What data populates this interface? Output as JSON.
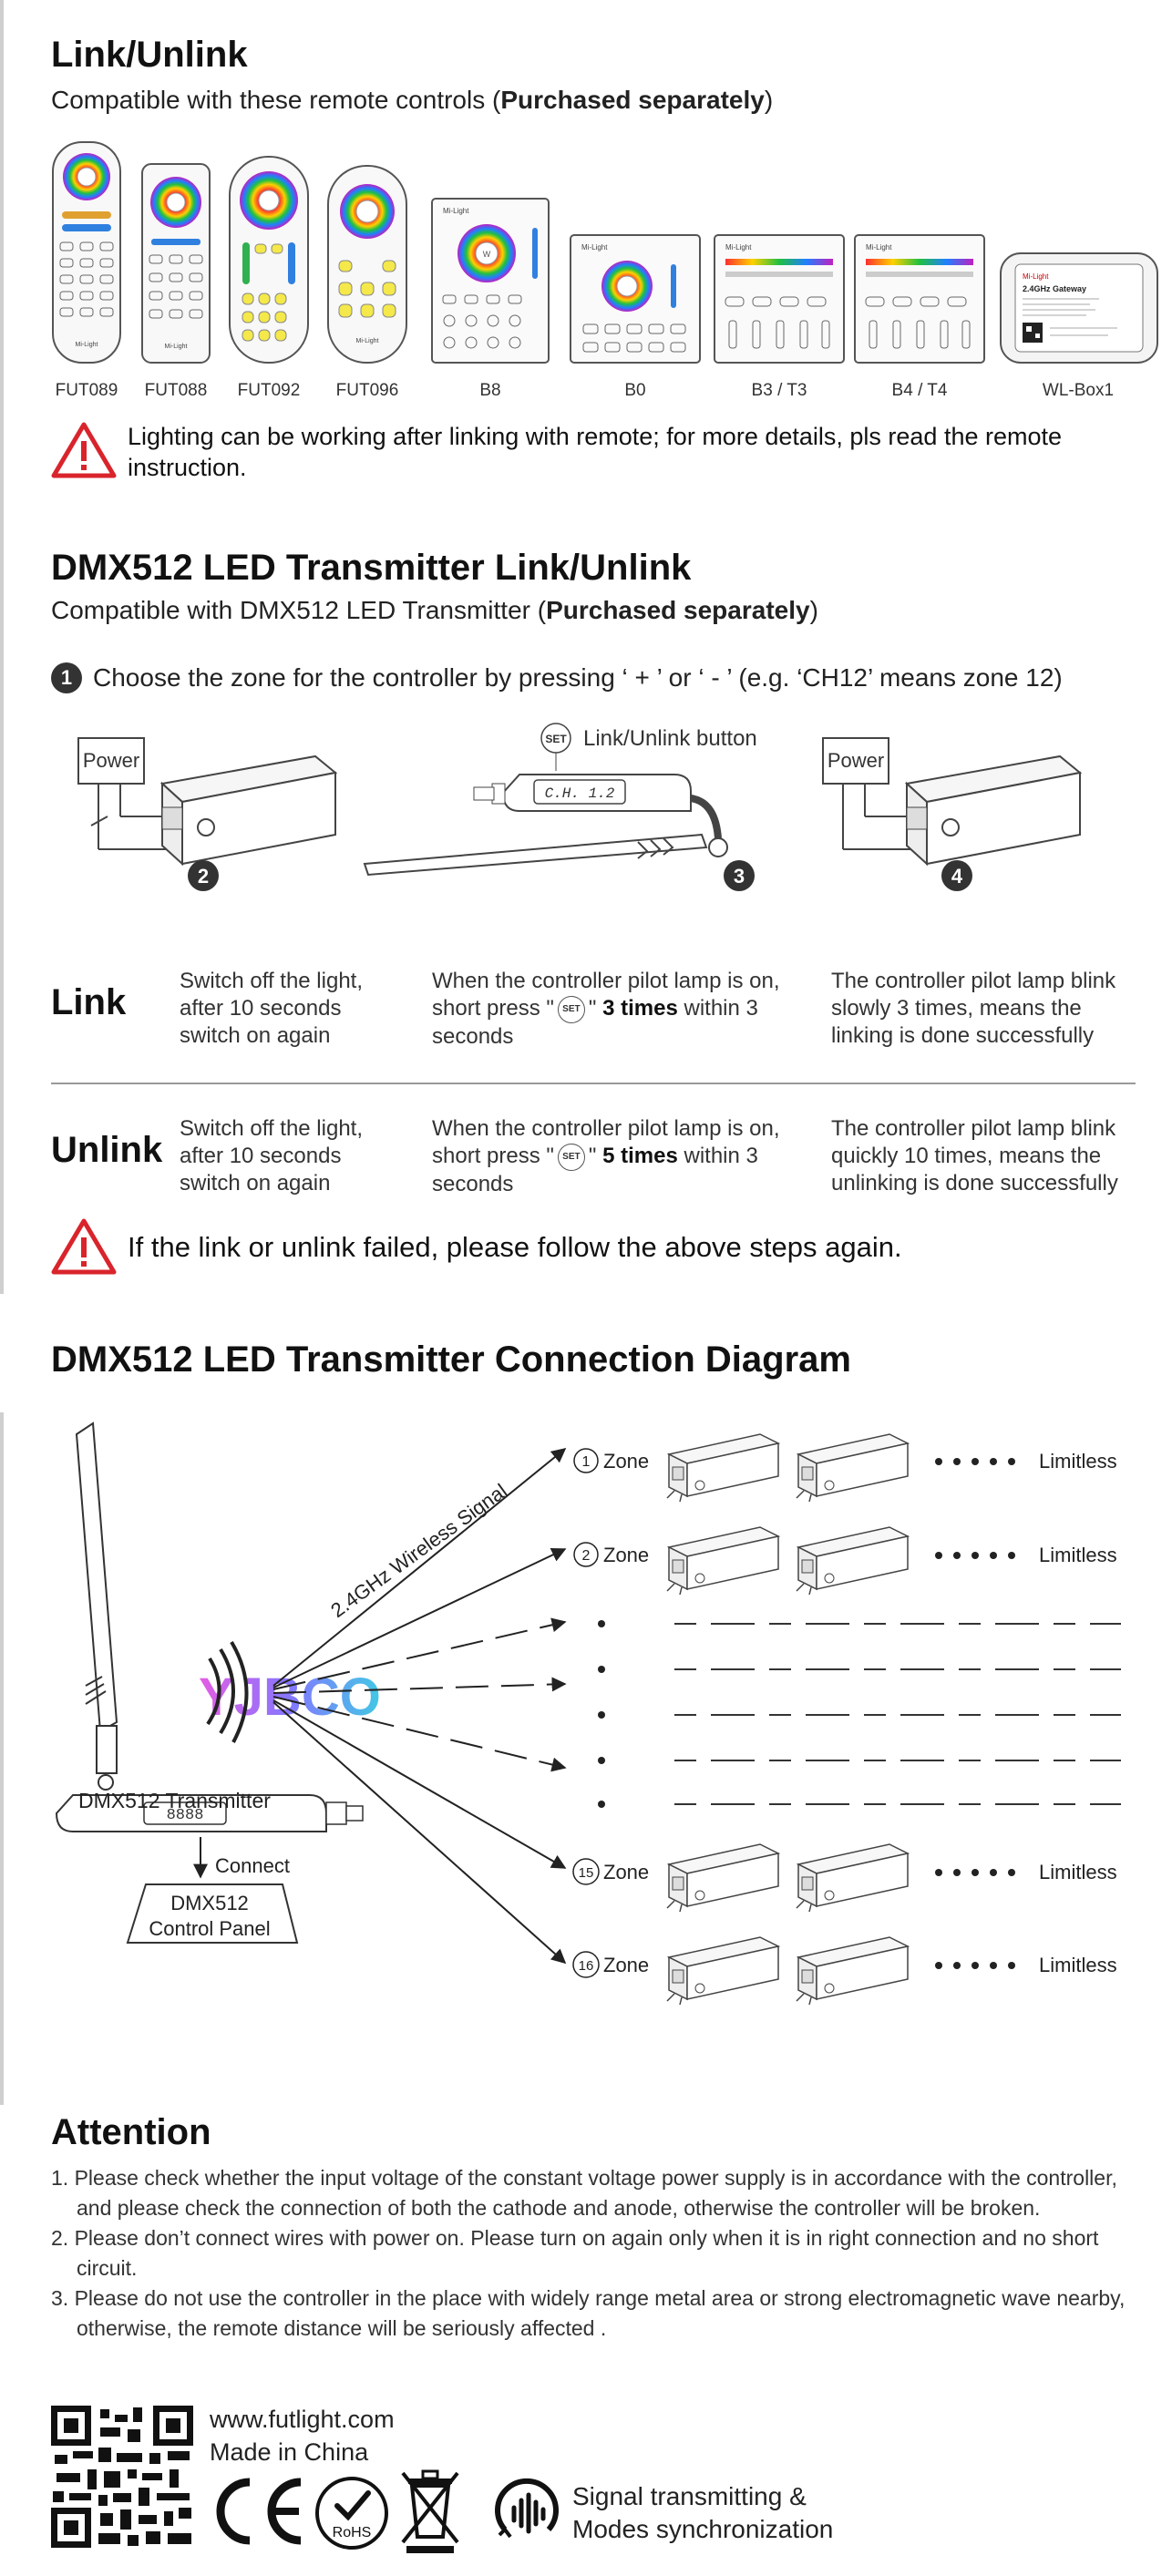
{
  "link_unlink": {
    "title": "Link/Unlink",
    "compat_prefix": "Compatible with these remote controls (",
    "compat_bold": "Purchased separately",
    "compat_suffix": ")",
    "remotes": [
      {
        "label": "FUT089"
      },
      {
        "label": "FUT088"
      },
      {
        "label": "FUT092"
      },
      {
        "label": "FUT096"
      },
      {
        "label": "B8"
      },
      {
        "label": "B0"
      },
      {
        "label": "B3 / T3"
      },
      {
        "label": "B4 / T4"
      },
      {
        "label": "WL-Box1"
      }
    ],
    "brand_small": "Mi-Light",
    "gateway_title": "2.4GHz Gateway",
    "warning": "Lighting can be working after linking with remote; for more details, pls read the remote instruction."
  },
  "dmx_link": {
    "title": "DMX512 LED Transmitter Link/Unlink",
    "compat_prefix": "Compatible with DMX512 LED Transmitter (",
    "compat_bold": "Purchased separately",
    "compat_suffix": ")",
    "step_number": "1",
    "step_text": "Choose the zone for the controller by pressing ‘ + ’ or ‘ - ’  (e.g. ‘CH12’ means zone 12)",
    "power_label": "Power",
    "set_label": "SET",
    "link_button_label": "Link/Unlink button",
    "display_text": "C.H. 1.2",
    "step_badges": [
      "2",
      "3",
      "4"
    ],
    "link": {
      "title": "Link",
      "col1": "Switch off the light, after 10 seconds switch on again",
      "col2_prefix": "When the controller pilot lamp is on, short press \"",
      "col2_mid": "\"",
      "col2_bold": "3 times",
      "col2_suffix": "within 3 seconds",
      "col3": "The controller pilot lamp blink slowly 3 times, means the linking is done successfully"
    },
    "unlink": {
      "title": "Unlink",
      "col1": "Switch off the light, after 10 seconds switch on again",
      "col2_prefix": "When the controller pilot lamp is on, short press \"",
      "col2_mid": "\"",
      "col2_bold": "5 times",
      "col2_suffix": "within 3 seconds",
      "col3": "The controller pilot lamp blink quickly 10 times, means the unlinking is done successfully"
    },
    "fail_warning": "If the link or unlink failed, please follow the above steps again."
  },
  "diagram": {
    "title": "DMX512 LED Transmitter Connection Diagram",
    "signal_label": "2.4GHz Wireless Signal",
    "transmitter_label": "DMX512 Transmitter",
    "display_text": "8888",
    "connect_label": "Connect",
    "panel_line1": "DMX512",
    "panel_line2": "Control Panel",
    "watermark": "YJBCO",
    "zones": [
      {
        "num": "1",
        "label": "Zone",
        "right": "Limitless"
      },
      {
        "num": "2",
        "label": "Zone",
        "right": "Limitless"
      },
      {
        "num": "15",
        "label": "Zone",
        "right": "Limitless"
      },
      {
        "num": "16",
        "label": "Zone",
        "right": "Limitless"
      }
    ]
  },
  "attention": {
    "title": "Attention",
    "items": [
      "1. Please check whether the input voltage of the constant voltage power supply is in accordance with the controller, and please check the connection of both the cathode and anode, otherwise the controller will be broken.",
      "2. Please don’t connect wires with power on. Please turn on again only when it is in right connection and no short circuit.",
      "3. Please do not use the controller in the place with widely range metal area or strong electromagnetic wave nearby, otherwise, the remote distance will be seriously affected ."
    ]
  },
  "footer": {
    "website": "www.futlight.com",
    "made_in": "Made in China",
    "ce": "CE",
    "rohs": "RoHS",
    "signal_line1": "Signal transmitting &",
    "signal_line2": "Modes synchronization"
  }
}
